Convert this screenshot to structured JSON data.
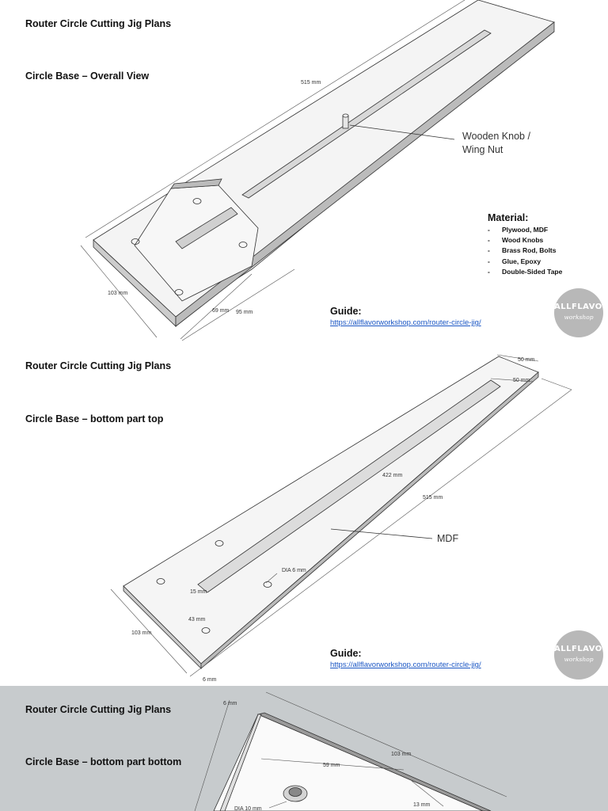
{
  "document": {
    "title": "Router Circle Cutting Jig Plans",
    "guide_label": "Guide:",
    "guide_url": "https://allflavorworkshop.com/router-circle-jig/",
    "watermark": {
      "brand": "ALLFLAVOR",
      "tagline": "workshop"
    }
  },
  "pages": [
    {
      "subtitle": "Circle Base – Overall View",
      "callouts": {
        "knob": "Wooden Knob / Wing Nut"
      },
      "material": {
        "title": "Material:",
        "items": [
          "Plywood, MDF",
          "Wood Knobs",
          "Brass Rod, Bolts",
          "Glue, Epoxy",
          "Double-Sided Tape"
        ]
      },
      "dimensions": [
        "515 mm",
        "103 mm",
        "69 mm",
        "95 mm"
      ]
    },
    {
      "subtitle": "Circle Base – bottom part top",
      "callouts": {
        "mdf": "MDF"
      },
      "dimensions": [
        "50 mm",
        "50 mm",
        "422 mm",
        "515 mm",
        "DIA 6 mm",
        "15 mm",
        "43 mm",
        "103 mm",
        "6 mm"
      ]
    },
    {
      "subtitle": "Circle Base – bottom part bottom",
      "dimensions": [
        "6 mm",
        "103 mm",
        "59 mm",
        "DIA 10 mm",
        "13 mm"
      ]
    }
  ]
}
